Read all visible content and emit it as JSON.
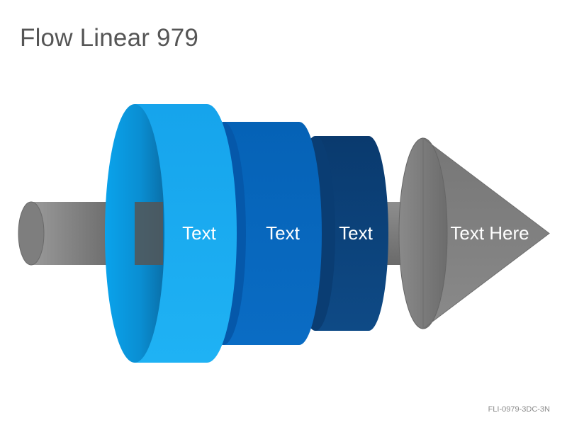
{
  "title": "Flow Linear 979",
  "code": "FLI-0979-3DC-3N",
  "segments": [
    {
      "label": "Text",
      "color": "#1AA9EE"
    },
    {
      "label": "Text",
      "color": "#0766BE"
    },
    {
      "label": "Text",
      "color": "#0C447E"
    }
  ],
  "arrow_label": "Text Here",
  "colors": {
    "shaft": "#7a7a7a",
    "cone": "#7c7c7c"
  }
}
